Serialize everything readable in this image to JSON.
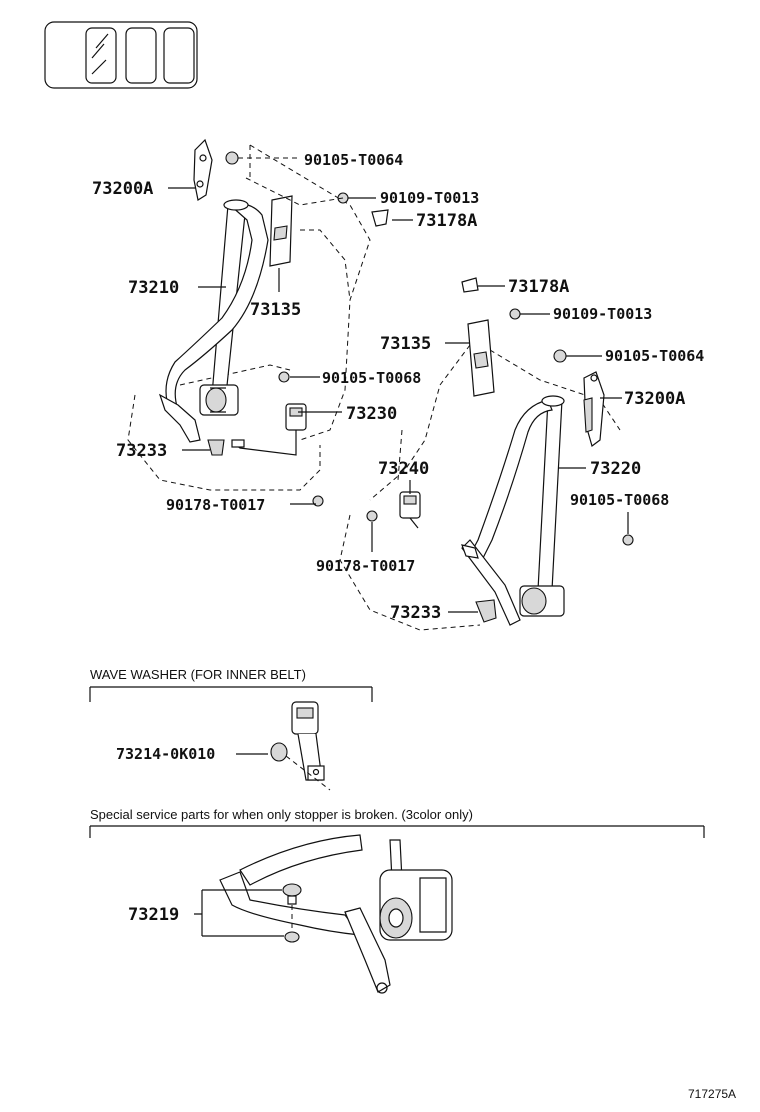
{
  "labels": {
    "upper_anchor_left": "73200A",
    "bolt_top_left": "90105-T0064",
    "bolt_top_mid": "90109-T0013",
    "cover_top_left": "73178A",
    "belt_left": "73210",
    "guide_left": "73135",
    "bolt_mid_left": "90105-T0068",
    "buckle_left": "73230",
    "cover_left": "73233",
    "nut_left": "90178-T0017",
    "cover_top_right": "73178A",
    "bolt_top_right": "90109-T0013",
    "guide_right": "73135",
    "bolt_right_top": "90105-T0064",
    "upper_anchor_right": "73200A",
    "buckle_right": "73240",
    "belt_right": "73220",
    "bolt_right_low": "90105-T0068",
    "nut_right": "90178-T0017",
    "cover_right": "73233",
    "washer_part": "73214-0K010",
    "stopper_part": "73219"
  },
  "notes": {
    "wave_washer": "WAVE WASHER (FOR INNER BELT)",
    "special_service": "Special service parts for when only stopper is broken. (3color only)"
  },
  "footer": {
    "figure_id": "717275A"
  }
}
